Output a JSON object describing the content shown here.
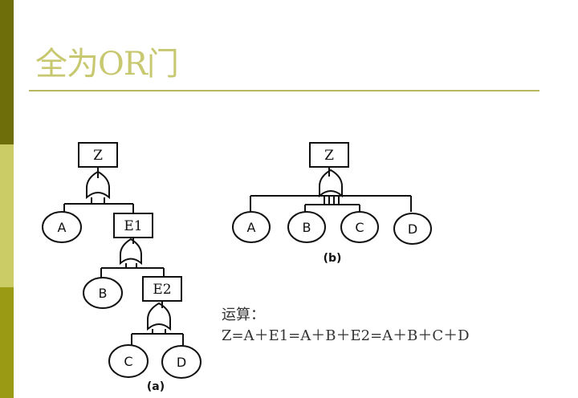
{
  "slide": {
    "title": "全为OR门",
    "sidebar_colors": [
      "#6e6e0a",
      "#cccc66",
      "#9a9a14"
    ]
  },
  "diagram_a": {
    "top_event": "Z",
    "intermediate_events": [
      "E1",
      "E2"
    ],
    "basic_events": [
      "A",
      "B",
      "C",
      "D"
    ],
    "caption": "(a)"
  },
  "diagram_b": {
    "top_event": "Z",
    "basic_events": [
      "A",
      "B",
      "C",
      "D"
    ],
    "caption": "(b)"
  },
  "calculation": {
    "label": "运算：",
    "formula": "Z=A＋E1=A＋B＋E2=A＋B＋C＋D"
  }
}
